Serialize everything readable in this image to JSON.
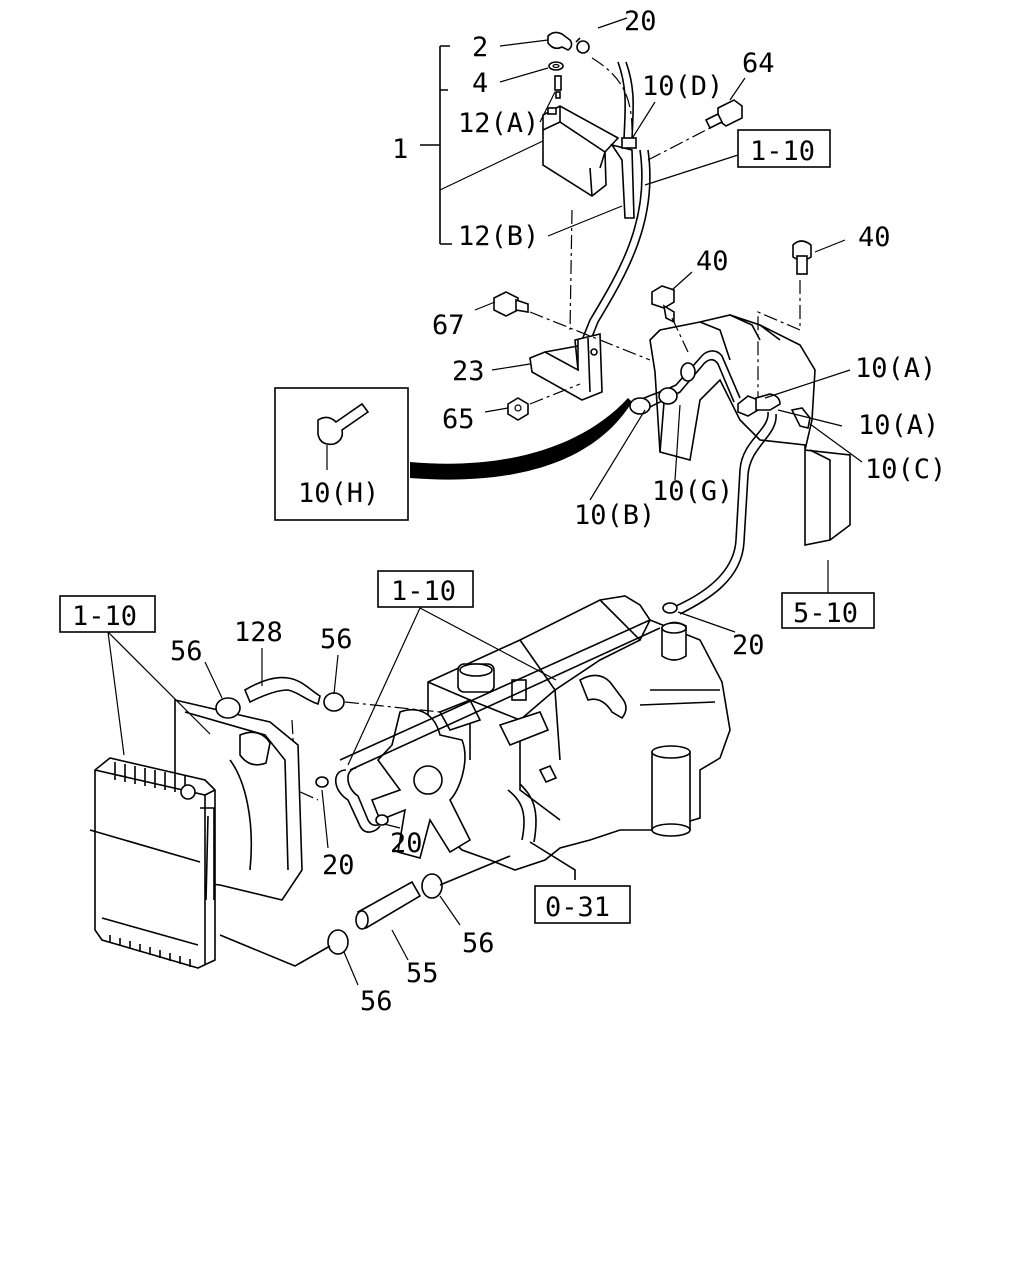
{
  "callouts": {
    "c1": "1",
    "c2": "2",
    "c4": "4",
    "c12a": "12(A)",
    "c12b": "12(B)",
    "c20_top": "20",
    "c10d": "10(D)",
    "c64": "64",
    "c40_mid": "40",
    "c40_right": "40",
    "c67": "67",
    "c23": "23",
    "c65": "65",
    "c10a_1": "10(A)",
    "c10a_2": "10(A)",
    "c10c": "10(C)",
    "c10b": "10(B)",
    "c10g": "10(G)",
    "c10h": "10(H)",
    "c20_right": "20",
    "c56_a": "56",
    "c128": "128",
    "c56_b": "56",
    "c20_left": "20",
    "c20_mid": "20",
    "c56_c": "56",
    "c55": "55",
    "c56_d": "56"
  },
  "refs": {
    "r1_10_top": "1-10",
    "r5_10": "5-10",
    "r1_10_center": "1-10",
    "r1_10_left": "1-10",
    "r0_31": "0-31"
  }
}
